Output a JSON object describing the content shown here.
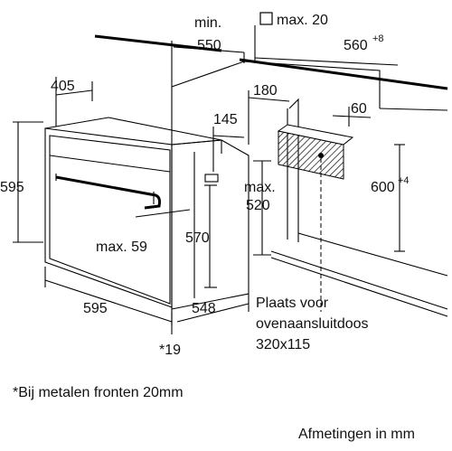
{
  "dimensions": {
    "depth_top": "405",
    "min_label": "min.",
    "min_value": "550",
    "max_top": "max. 20",
    "width_cabinet": "560",
    "width_cabinet_sup": "+8",
    "d180": "180",
    "d145": "145",
    "d60": "60",
    "height_left": "595",
    "height_cabinet": "600",
    "height_cabinet_sup": "+4",
    "max_label": "max.",
    "max_value": "520",
    "max59": "max. 59",
    "d570": "570",
    "width_front": "595",
    "depth_body": "548",
    "footnote_ref": "*19"
  },
  "socket_note": {
    "line1": "Plaats voor",
    "line2": "ovenaansluitdoos",
    "line3": "320x115"
  },
  "footnote": "*Bij metalen fronten 20mm",
  "units": "Afmetingen in mm"
}
